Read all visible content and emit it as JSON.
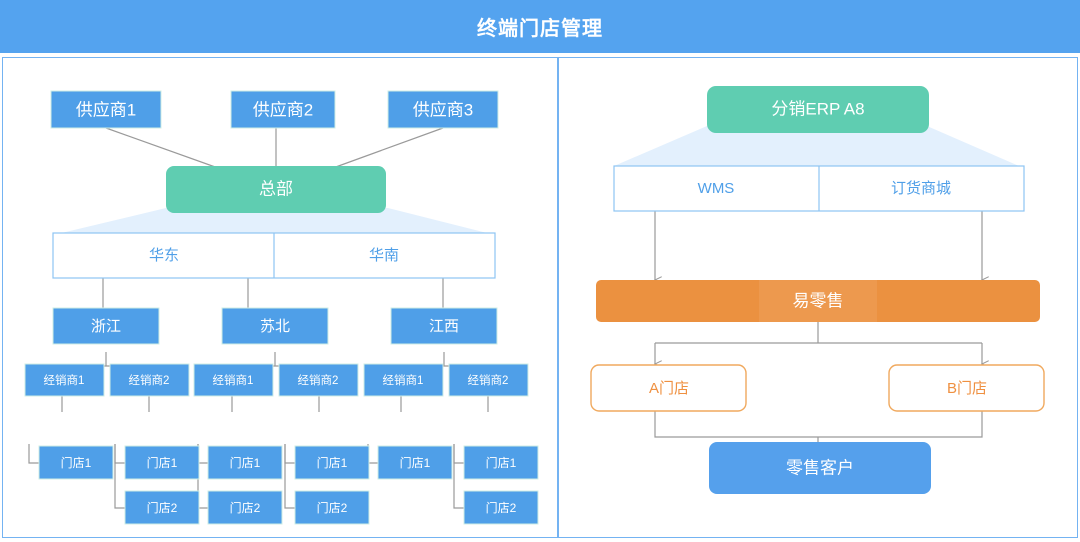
{
  "header": {
    "title": "终端门店管理",
    "bg_color": "#54a3ef",
    "text_color": "#ffffff"
  },
  "colors": {
    "blue": "#4f9fe8",
    "teal": "#5fcdb1",
    "orange": "#eb9140",
    "orange_outline": "#f0a95e",
    "light_blue_fan": "#e3f0fd",
    "border_blue": "#8ec5f2",
    "connector_gray": "#9a9a9a",
    "card_border": "#74b3f2"
  },
  "left_panel": {
    "name": "distribution-org-chart",
    "suppliers": [
      {
        "label": "供应商1"
      },
      {
        "label": "供应商2"
      },
      {
        "label": "供应商3"
      }
    ],
    "headquarters": {
      "label": "总部"
    },
    "regions": [
      {
        "label": "华东"
      },
      {
        "label": "华南"
      }
    ],
    "provinces": [
      {
        "label": "浙江",
        "region": "华东"
      },
      {
        "label": "苏北",
        "region": "华东"
      },
      {
        "label": "江西",
        "region": "华南"
      }
    ],
    "dealers": [
      {
        "label": "经销商1",
        "province": "浙江",
        "stores": [
          "门店1"
        ]
      },
      {
        "label": "经销商2",
        "province": "浙江",
        "stores": [
          "门店1",
          "门店2"
        ]
      },
      {
        "label": "经销商1",
        "province": "苏北",
        "stores": [
          "门店1",
          "门店2"
        ]
      },
      {
        "label": "经销商2",
        "province": "苏北",
        "stores": [
          "门店1",
          "门店2"
        ]
      },
      {
        "label": "经销商1",
        "province": "江西",
        "stores": [
          "门店1"
        ]
      },
      {
        "label": "经销商2",
        "province": "江西",
        "stores": [
          "门店1",
          "门店2"
        ]
      }
    ]
  },
  "right_panel": {
    "name": "erp-system-flow",
    "erp": {
      "label": "分销ERP A8"
    },
    "modules": [
      {
        "label": "WMS"
      },
      {
        "label": "订货商城"
      }
    ],
    "retail_platform": {
      "label": "易零售"
    },
    "stores": [
      {
        "label": "A门店"
      },
      {
        "label": "B门店"
      }
    ],
    "customer": {
      "label": "零售客户"
    }
  }
}
